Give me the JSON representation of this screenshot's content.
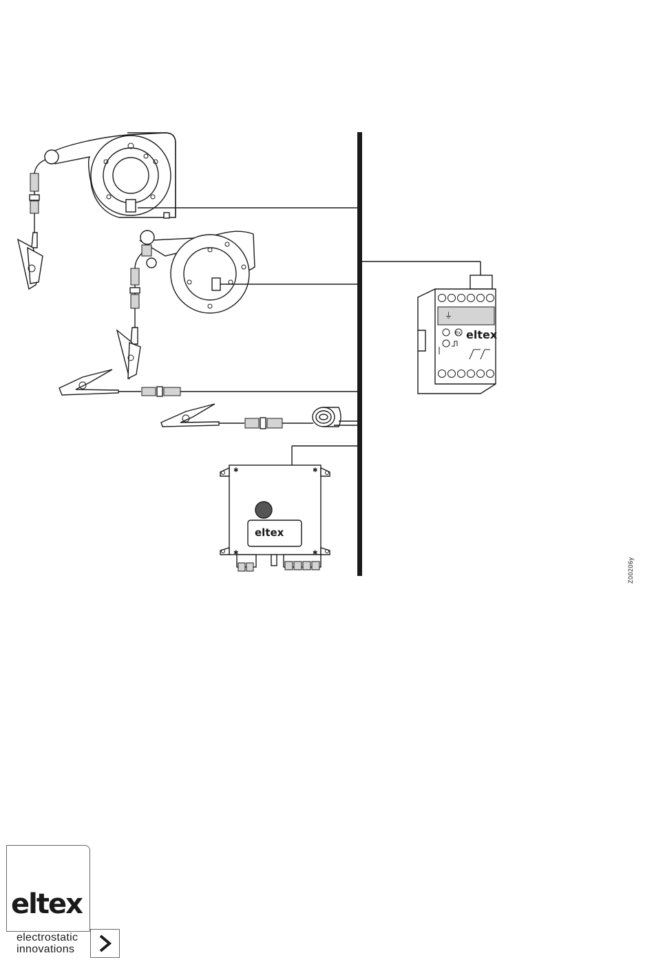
{
  "diagram": {
    "drawing_code": "Z00206y",
    "device_brand": "eltex",
    "box_brand": "eltex",
    "symbol_ground": "⏚",
    "symbol_ex": "Ex"
  },
  "footer_logo": {
    "wordmark": "eltex",
    "tagline_line1": "electrostatic",
    "tagline_line2": "innovations",
    "arrow_icon": "chevron-right-icon"
  }
}
